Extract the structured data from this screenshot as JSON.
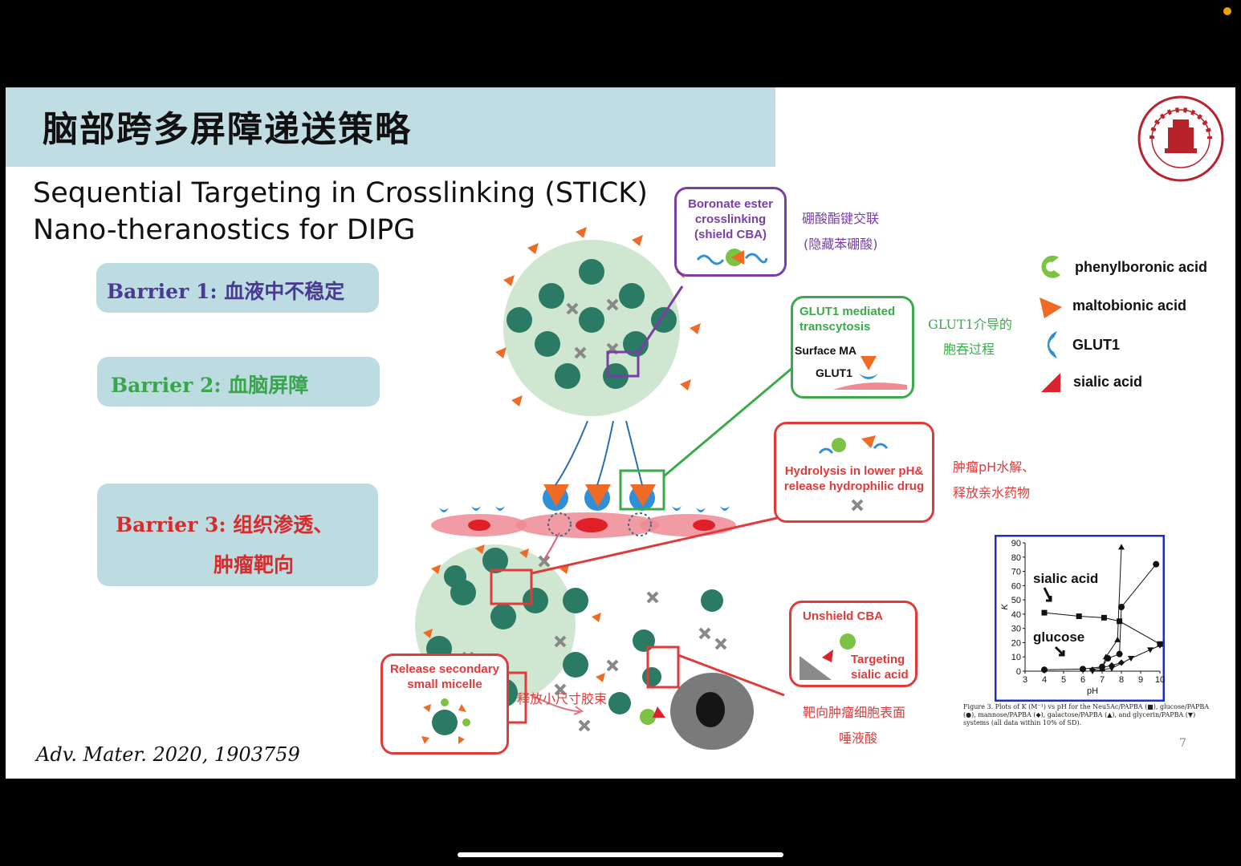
{
  "slide": {
    "title": "脑部跨多屏障递送策略",
    "subtitle_line1": "Sequential Targeting in Crosslinking (STICK)",
    "subtitle_line2": "Nano-theranostics for DIPG",
    "barriers": [
      {
        "label": "Barrier 1: 血液中不稳定",
        "color": "#4b3a94"
      },
      {
        "label": "Barrier 2: 血脑屏障",
        "color": "#3aa64b"
      },
      {
        "label_line1": "Barrier 3: 组织渗透、",
        "label_line2": "肿瘤靶向",
        "color": "#d92b2b"
      }
    ],
    "callouts": {
      "boronate": {
        "lines": [
          "Boronate ester",
          "crosslinking",
          "(shield CBA)"
        ],
        "cn_lines": [
          "硼酸酯键交联",
          "(隐藏苯硼酸)"
        ],
        "color": "#7a3fa6"
      },
      "glut1": {
        "lines": [
          "GLUT1 mediated",
          "transcytosis"
        ],
        "surface": "Surface MA",
        "glut": "GLUT1",
        "cn_lines": [
          "GLUT1介导的",
          "胞吞过程"
        ],
        "color": "#3aaa4b"
      },
      "hydrolysis": {
        "lines": [
          "Hydrolysis in lower pH&",
          "release hydrophilic drug"
        ],
        "cn_lines": [
          "肿瘤pH水解、",
          "释放亲水药物"
        ],
        "color": "#e03a3a"
      },
      "unshield": {
        "title": "Unshield CBA",
        "lines": [
          "Targeting",
          "sialic acid"
        ],
        "cn_lines": [
          "靶向肿瘤细胞表面",
          "唾液酸"
        ],
        "color": "#e03a3a"
      },
      "release": {
        "lines": [
          "Release secondary",
          "small micelle"
        ],
        "cn": "释放小尺寸胶束",
        "color": "#e03a3a"
      }
    },
    "legend": [
      {
        "label": "phenylboronic acid",
        "icon": "phenylboronic-acid-icon",
        "color": "#7cc243"
      },
      {
        "label": "maltobionic acid",
        "icon": "maltobionic-acid-icon",
        "color": "#ef6a24"
      },
      {
        "label": "GLUT1",
        "icon": "glut1-icon",
        "color": "#2f8fd8"
      },
      {
        "label": "sialic acid",
        "icon": "sialic-acid-icon",
        "color": "#d9232e"
      }
    ],
    "citation": "Adv. Mater. 2020, 1903759",
    "page_number": "7",
    "figure_caption": "Figure 3. Plots of K (M⁻¹) vs pH for the Neu5Ac/PAPBA (■), glucose/PAPBA (●), mannose/PAPBA (◆), galactose/PAPBA (▲), and glycerin/PAPBA (▼) systems (all data within 10% of SD)."
  },
  "chart_data": {
    "type": "line",
    "xlabel": "pH",
    "ylabel": "K",
    "xlim": [
      3,
      10
    ],
    "ylim": [
      0,
      90
    ],
    "xticks": [
      3,
      4,
      5,
      6,
      7,
      8,
      9,
      10
    ],
    "yticks": [
      0,
      10,
      20,
      30,
      40,
      50,
      60,
      70,
      80,
      90
    ],
    "annotations": [
      "sialic acid",
      "glucose"
    ],
    "series": [
      {
        "marker": "square",
        "x": [
          4,
          5.8,
          7.1,
          7.9,
          10
        ],
        "y": [
          41,
          38.5,
          37.5,
          35,
          19
        ]
      },
      {
        "marker": "circle",
        "x": [
          4,
          6,
          7,
          7.3,
          7.9,
          8.0,
          9.8
        ],
        "y": [
          1,
          1.5,
          3,
          9,
          12,
          45,
          75
        ]
      },
      {
        "marker": "diamond",
        "x": [
          6.5,
          7.5,
          8
        ],
        "y": [
          1,
          4,
          6
        ]
      },
      {
        "marker": "triangle-up",
        "x": [
          7,
          7.2,
          7.8,
          8.0
        ],
        "y": [
          2,
          10,
          22,
          87
        ]
      },
      {
        "marker": "triangle-down",
        "x": [
          6.5,
          7.5,
          8.5,
          9.5,
          10
        ],
        "y": [
          0,
          2,
          9,
          15,
          18
        ]
      }
    ]
  }
}
